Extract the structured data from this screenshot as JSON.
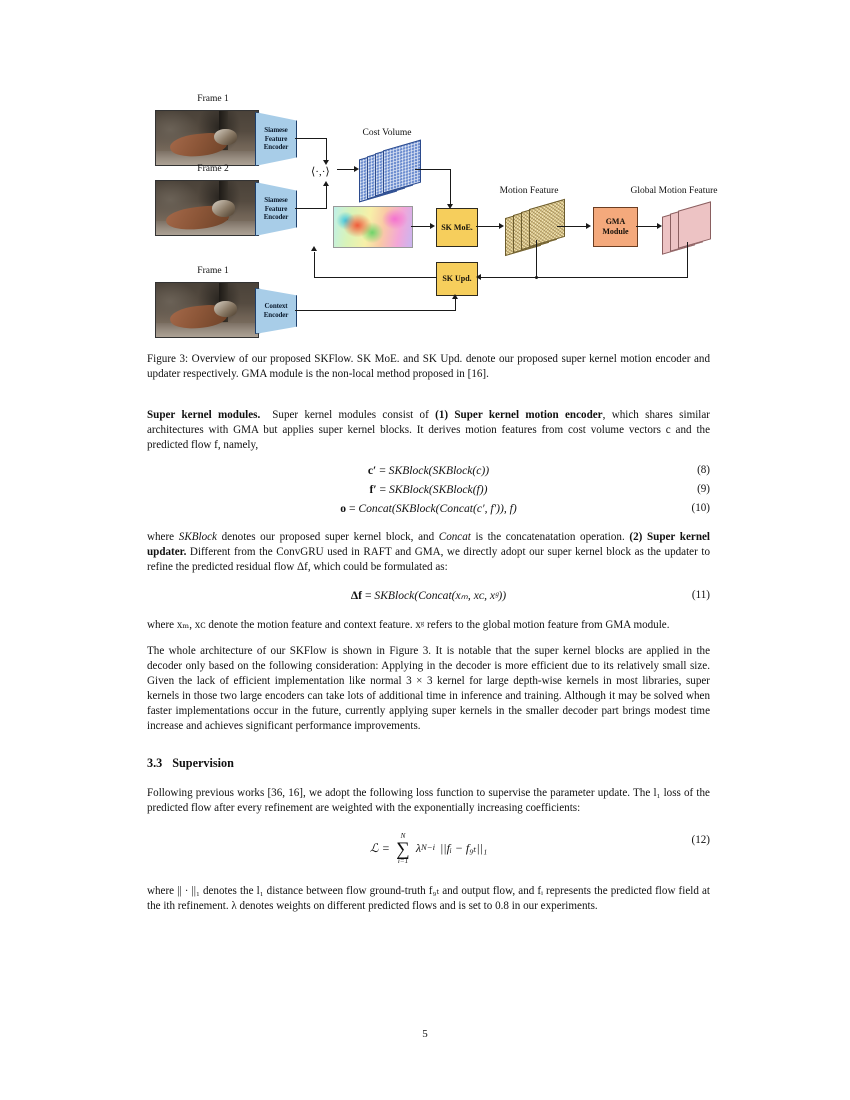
{
  "figure": {
    "labels": {
      "frame1_top": "Frame 1",
      "frame2": "Frame 2",
      "frame1_bottom": "Frame 1",
      "cost_volume": "Cost Volume",
      "motion_feature": "Motion Feature",
      "global_motion_feature": "Global Motion Feature",
      "correlation_symbol": "⟨·,·⟩"
    },
    "blocks": {
      "siamese_encoder_1": "Siamese\nFeature\nEncoder",
      "siamese_encoder_1_lines": [
        "Siamese",
        "Feature",
        "Encoder"
      ],
      "siamese_encoder_2_lines": [
        "Siamese",
        "Feature",
        "Encoder"
      ],
      "context_encoder_lines": [
        "Context",
        "Encoder"
      ],
      "sk_moe": "SK MoE.",
      "sk_upd": "SK Upd.",
      "gma_module_lines": [
        "GMA",
        "Module"
      ]
    },
    "colors": {
      "encoder_fill": "#a8cde8",
      "encoder_stroke": "#1d3f6b",
      "sk_block_fill": "#f6ce5c",
      "gma_fill": "#f4a97c",
      "cost_volume_fill": "#6f8fd0",
      "motion_feature_fill": "#d6c183",
      "global_motion_feature_fill": "#edc3c4",
      "wire": "#1a1a1a"
    }
  },
  "caption": {
    "text": "Figure 3: Overview of our proposed SKFlow. SK MoE. and SK Upd. denote our proposed super kernel motion encoder and updater respectively. GMA module is the non-local method proposed in [16]."
  },
  "paragraphs": {
    "super_kernel_modules": {
      "runin": "Super kernel modules.",
      "before_bold": "Super kernel modules consist of ",
      "bold1": "(1) Super kernel motion encoder",
      "after_bold": ", which shares similar architectures with GMA but applies super kernel blocks. It derives motion features from cost volume vectors c and the predicted flow f, namely,"
    },
    "where_skblock": {
      "part1": "where ",
      "mi1": "SKBlock",
      "part2": " denotes our proposed super kernel block, and ",
      "mi2": "Concat",
      "part3": " is the concatenatation operation. ",
      "bold": "(2) Super kernel updater.",
      "part4": " Different from the ConvGRU used in RAFT and GMA, we directly adopt our super kernel block as the updater to refine the predicted residual flow Δf, which could be formulated as:"
    },
    "where_x": {
      "text": "where xₘ, xᴄ denote the motion feature and context feature. xᵍ refers to the global motion feature from GMA module."
    },
    "whole_architecture": {
      "text": "The whole architecture of our SKFlow is shown in Figure 3. It is notable that the super kernel blocks are applied in the decoder only based on the following consideration: Applying in the decoder is more efficient due to its relatively small size. Given the lack of efficient implementation like normal 3 × 3 kernel for large depth-wise kernels in most libraries, super kernels in those two large encoders can take lots of additional time in inference and training. Although it may be solved when faster implementations occur in the future, currently applying super kernels in the smaller decoder part brings modest time increase and achieves significant performance improvements."
    },
    "supervision_intro": {
      "text": "Following previous works [36, 16], we adopt the following loss function to supervise the parameter update. The l₁ loss of the predicted flow after every refinement are weighted with the exponentially increasing coefficients:"
    },
    "where_norm": {
      "text": "where || · ||₁ denotes the l₁ distance between flow ground-truth f₉ₜ and output flow, and fᵢ represents the predicted flow field at the ith refinement. λ denotes weights on different predicted flows and is set to 0.8 in our experiments."
    }
  },
  "equations": {
    "eq8": {
      "lhs": "c′",
      "rel": "=",
      "rhs": "SKBlock(SKBlock(c))",
      "number": "(8)"
    },
    "eq9": {
      "lhs": "f′",
      "rel": "=",
      "rhs": "SKBlock(SKBlock(f))",
      "number": "(9)"
    },
    "eq10": {
      "lhs": "o",
      "rel": "=",
      "rhs": "Concat(SKBlock(Concat(c′, f′)), f)",
      "number": "(10)"
    },
    "eq11": {
      "lhs": "Δf",
      "rel": "=",
      "rhs": "SKBlock(Concat(xₘ, xᴄ, xᵍ))",
      "number": "(11)"
    },
    "eq12": {
      "lhs": "ℒ",
      "rel": "=",
      "sum_upper": "N",
      "sum_lower": "i=1",
      "sigma": "∑",
      "term": "λ",
      "exponent": "N−i",
      "norm": "||fᵢ − f₉ₜ||₁",
      "number": "(12)"
    }
  },
  "section": {
    "number": "3.3",
    "title": "Supervision"
  },
  "footer": {
    "page_number": "5"
  }
}
